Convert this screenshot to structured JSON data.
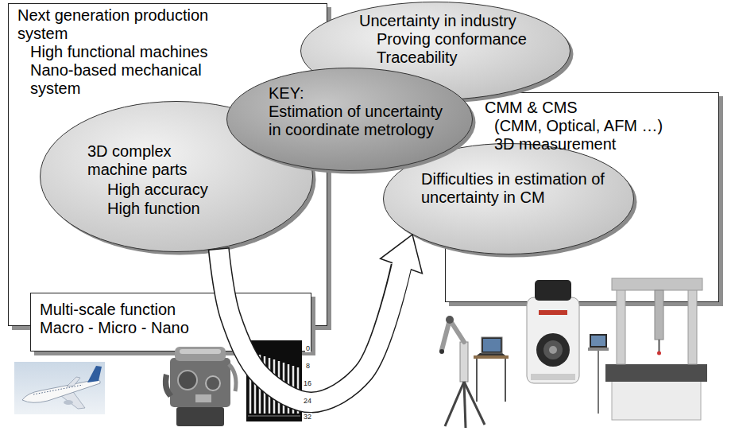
{
  "diagram": {
    "nodes": [
      {
        "text": [
          "Next generation production system",
          "High functional machines",
          "Nano-based mechanical system"
        ]
      },
      {
        "text": [
          "3D complex machine parts",
          "High accuracy",
          "High function"
        ],
        "in": 0
      },
      {
        "text": [
          "Uncertainty in industry",
          "Proving conformance",
          "Traceability"
        ]
      },
      {
        "text": [
          "KEY:",
          "Estimation of uncertainty in coordinate metrology"
        ]
      },
      {
        "text": [
          "CMM & CMS",
          "(CMM, Optical, AFM …)",
          "3D measurement"
        ]
      },
      {
        "text": [
          "Difficulties in estimation of uncertainty in CM"
        ],
        "in": 4
      },
      {
        "text": [
          "Multi-scale function",
          "Macro - Micro - Nano"
        ]
      }
    ],
    "edges": [
      {
        "from": 1,
        "to": 5,
        "arrow": "to"
      }
    ],
    "labels": [
      "0",
      "8",
      "16",
      "24",
      "32"
    ]
  }
}
